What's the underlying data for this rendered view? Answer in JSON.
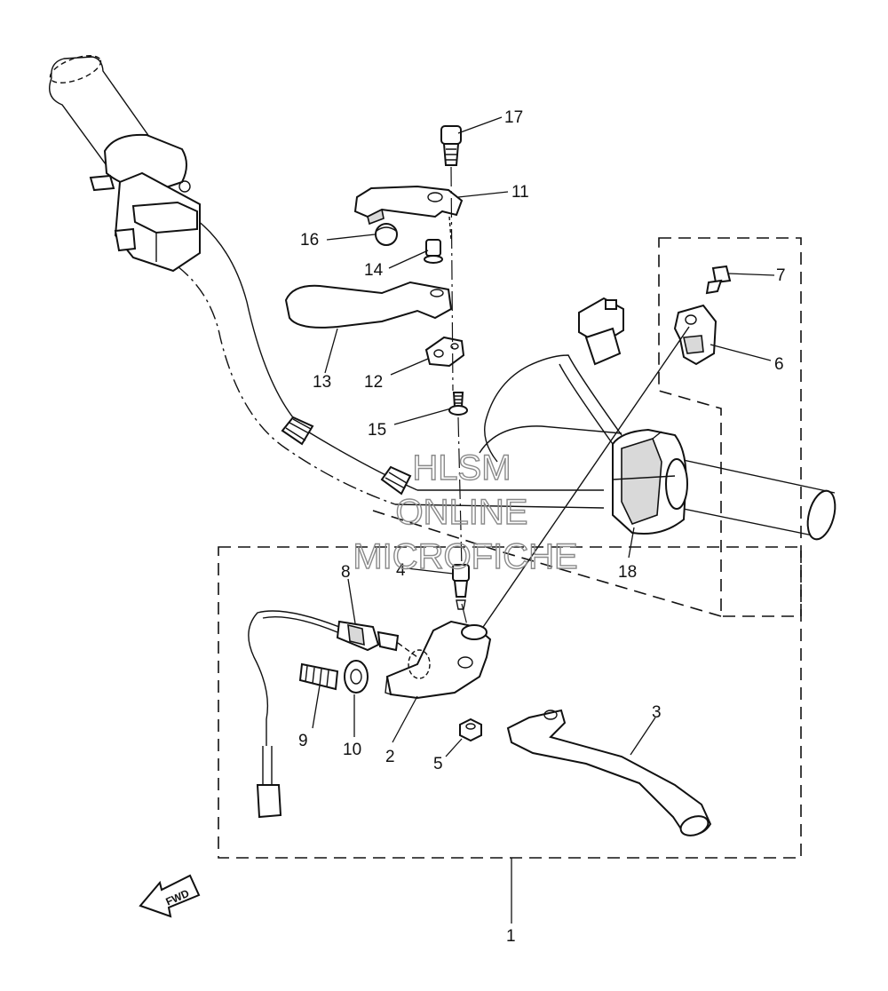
{
  "labels": {
    "p1": "1",
    "p2": "2",
    "p3": "3",
    "p4": "4",
    "p5": "5",
    "p6": "6",
    "p7": "7",
    "p8": "8",
    "p9": "9",
    "p10": "10",
    "p11": "11",
    "p12": "12",
    "p13": "13",
    "p14": "14",
    "p15": "15",
    "p16": "16",
    "p17": "17",
    "p18": "18"
  },
  "watermark": {
    "line1": "HLSM",
    "line2": "ONLINE",
    "line3": "MICROFICHE"
  },
  "fwd_label": "FWD",
  "colors": {
    "ink": "#111111",
    "watermark": "#8a8a8a",
    "background": "#ffffff"
  }
}
